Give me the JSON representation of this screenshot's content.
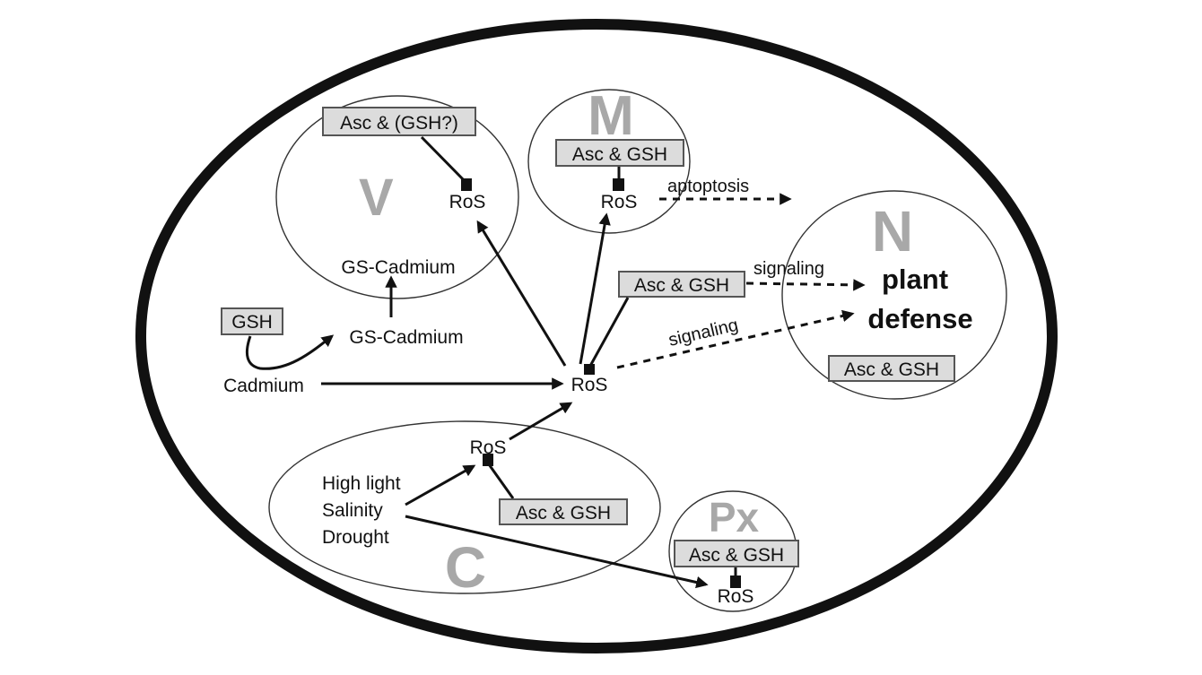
{
  "organelles": {
    "vacuole": {
      "letter": "V",
      "box": "Asc & (GSH?)",
      "ros": "RoS",
      "complex": "GS-Cadmium"
    },
    "mitochondrion": {
      "letter": "M",
      "box": "Asc & GSH",
      "ros": "RoS"
    },
    "nucleus": {
      "letter": "N",
      "line1": "plant",
      "line2": "defense",
      "box": "Asc & GSH"
    },
    "chloroplast": {
      "letter": "C",
      "ros": "RoS",
      "box": "Asc & GSH",
      "stress1": "High light",
      "stress2": "Salinity",
      "stress3": "Drought"
    },
    "peroxisome": {
      "letter": "Px",
      "box": "Asc & GSH",
      "ros": "RoS"
    }
  },
  "cytosol": {
    "gsh": "GSH",
    "complex": "GS-Cadmium",
    "cadmium": "Cadmium",
    "ros": "RoS",
    "box": "Asc & GSH"
  },
  "processes": {
    "apoptosis": "aptoptosis",
    "signaling1": "signaling",
    "signaling2": "signaling"
  },
  "colors": {
    "outline": "#111111",
    "organelle_letter": "#a8a8a8",
    "box_fill": "#dcdcdc"
  }
}
